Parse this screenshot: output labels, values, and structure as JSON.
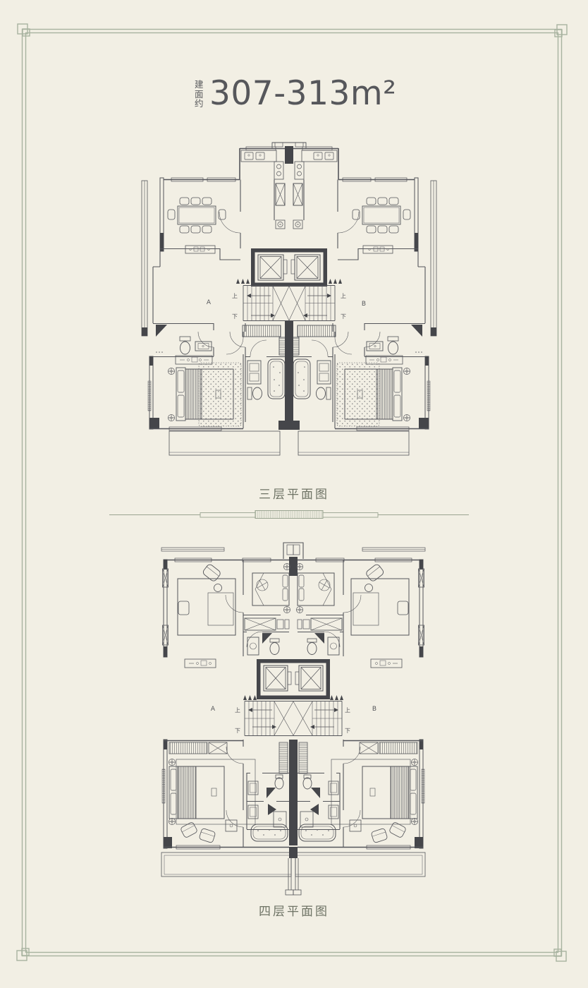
{
  "page": {
    "background_color": "#f2efe4",
    "frame_color": "#a8b3a0",
    "plan_line_color": "#54555a",
    "plan_wall_color": "#45464a",
    "divider_color": "#9aa491"
  },
  "header": {
    "area_prefix": "建面约",
    "area_value": "307-313m²"
  },
  "plans": {
    "floor3": {
      "caption": "三层平面图",
      "unit_a": "A",
      "unit_b": "B",
      "up_label": "上",
      "down_label": "下"
    },
    "floor4": {
      "caption": "四层平面图",
      "unit_a": "A",
      "unit_b": "B",
      "up_label": "上",
      "down_label": "下"
    }
  }
}
